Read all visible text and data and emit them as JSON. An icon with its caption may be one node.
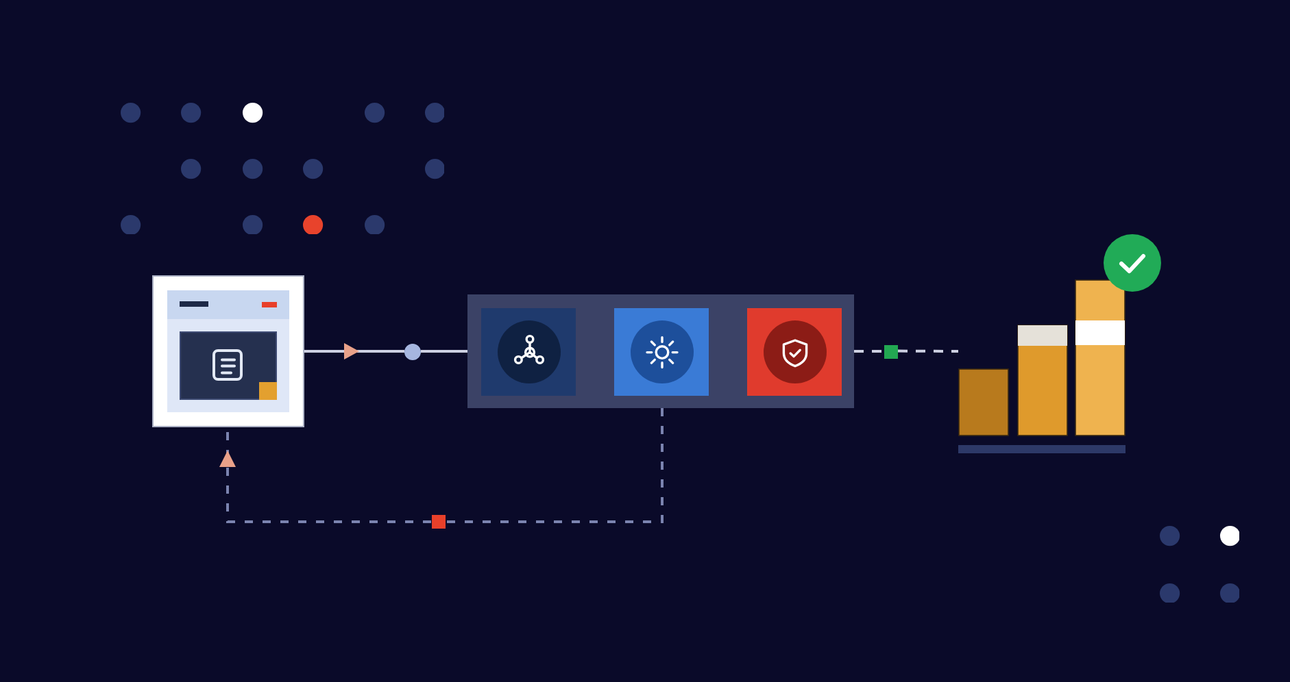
{
  "diagram": {
    "nodes": [
      {
        "text": [],
        "shape": "picture"
      },
      {
        "text": [],
        "shape": "circle"
      },
      {
        "text": [],
        "shape": "box"
      },
      {
        "text": [],
        "shape": "box",
        "in": 2
      },
      {
        "text": [],
        "shape": "box",
        "in": 2
      },
      {
        "text": [],
        "shape": "box",
        "in": 2
      },
      {
        "text": [],
        "shape": "box"
      },
      {
        "text": [],
        "shape": "picture"
      },
      {
        "text": [],
        "shape": "box"
      }
    ],
    "edges": [
      {
        "from": 0,
        "to": 1,
        "arrow": "to"
      },
      {
        "from": 1,
        "to": 2,
        "arrow": "none"
      },
      {
        "from": 2,
        "to": 6,
        "arrow": "none",
        "style": "dashed"
      },
      {
        "from": 6,
        "to": 7,
        "arrow": "none",
        "style": "dashed"
      },
      {
        "from": 2,
        "to": 8,
        "arrow": "none",
        "style": "dashed",
        "color": "#7b84b0"
      },
      {
        "from": 8,
        "to": 0,
        "arrow": "to",
        "style": "dashed",
        "color": "#7b84b0"
      }
    ]
  }
}
